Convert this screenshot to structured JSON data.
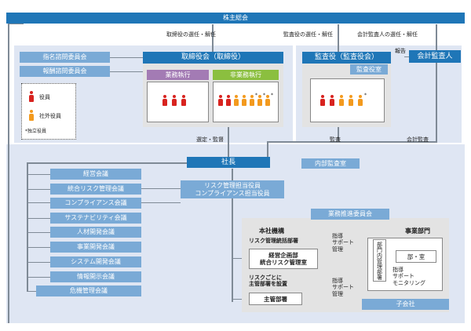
{
  "shareholders": "株主総会",
  "flows": {
    "appoint_directors": "取締役の選任・解任",
    "appoint_auditors": "監査役の選任・解任",
    "appoint_accounting": "会計監査人の選任・解任",
    "report": "報告",
    "select_supervise": "選定・監督",
    "audit": "監査",
    "accounting_audit": "会計監査"
  },
  "left_committees": [
    "指名諮問委員会",
    "報酬諮問委員会"
  ],
  "board": {
    "title": "取締役会（取締役）",
    "exec_label": "業務執行",
    "nonexec_label": "非業務執行"
  },
  "audit_board": {
    "title": "監査役（監査役会）",
    "office": "監査役室"
  },
  "accounting_auditor": "会計監査人",
  "legend": {
    "director": "役員",
    "outside": "社外役員",
    "independent": "*独立役員"
  },
  "president": "社長",
  "internal_audit": "内部監査室",
  "risk_officer": "リスク管理担当役員\nコンプライアンス担当役員",
  "councils": [
    "経営会議",
    "統合リスク管理会議",
    "コンプライアンス会議",
    "サステナビリティ会議",
    "人材開発会議",
    "事業開発会議",
    "システム開発会議",
    "情報開示会議",
    "危機管理会議"
  ],
  "business_committee": "業務推進委員会",
  "hq": {
    "title": "本社機構",
    "subtitle": "リスク管理統括部署",
    "planning": "経営企画部\n統合リスク管理室",
    "note": "リスクごとに\n主管部署を設置",
    "dept": "主管部署",
    "guidance1": "指導\nサポート\n管理",
    "guidance2": "指導\nサポート\n管理"
  },
  "business_unit": {
    "title": "事業部門",
    "internal": "部門内管理部署",
    "section": "部・室",
    "guidance": "指導\nサポート\nモニタリング"
  },
  "subsidiary": "子会社",
  "colors": {
    "navy": "#1f76b7",
    "light": "#7aaad6",
    "exec_green": "#8bbf3f",
    "region": "#dfe6f3"
  }
}
